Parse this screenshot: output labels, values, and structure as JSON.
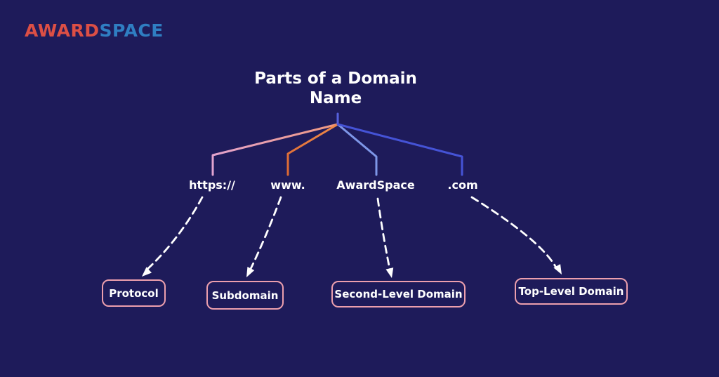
{
  "logo": {
    "award": "AWARD",
    "space": "SPACE"
  },
  "title": {
    "line1": "Parts of a Domain",
    "line2": "Name"
  },
  "nodes": [
    {
      "id": "protocol",
      "url_part": "https://",
      "name": "Protocol"
    },
    {
      "id": "subdomain",
      "url_part": "www.",
      "name": "Subdomain"
    },
    {
      "id": "second-level-domain",
      "url_part": "AwardSpace",
      "name": "Second-Level Domain"
    },
    {
      "id": "top-level-domain",
      "url_part": ".com",
      "name": "Top-Level Domain"
    }
  ],
  "colors": {
    "background": "#1e1b5a",
    "logo_award": "#dc4f45",
    "logo_space": "#2f7ec2",
    "stub_line": "#5560dd",
    "line_protocol_top": "#ef987e",
    "line_protocol_bottom": "#e2a4d2",
    "line_subdomain_top": "#ef8a4a",
    "line_subdomain_bottom": "#dd6a33",
    "line_second_level": "#7e97e8",
    "line_top_level": "#4553d6",
    "box_border": "#ec9fad",
    "arrow": "#ffffff",
    "text": "#ffffff"
  }
}
